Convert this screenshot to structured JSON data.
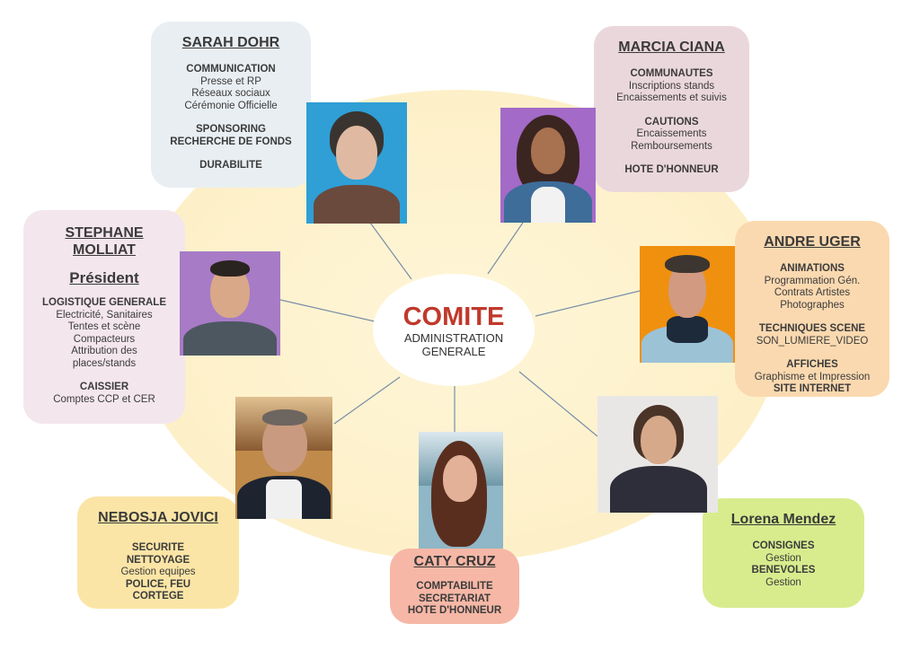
{
  "center": {
    "title": "COMITE",
    "subtitle_1": "ADMINISTRATION",
    "subtitle_2": "GENERALE"
  },
  "members": {
    "sarah": {
      "name": "SARAH DOHR",
      "lines": [
        "COMMUNICATION",
        "Presse et RP",
        "Réseaux sociaux",
        "Cérémonie Officielle",
        "SPONSORING",
        "RECHERCHE DE FONDS",
        "DURABILITE"
      ]
    },
    "marcia": {
      "name": "MARCIA CIANA",
      "lines": [
        "COMMUNAUTES",
        "Inscriptions stands",
        "Encaissements et suivis",
        "CAUTIONS",
        "Encaissements",
        "Remboursements",
        "HOTE D'HONNEUR"
      ]
    },
    "stephane": {
      "name_1": "STEPHANE",
      "name_2": "MOLLIAT",
      "role": "Président",
      "lines": [
        "LOGISTIQUE GENERALE",
        "Electricité, Sanitaires",
        "Tentes et scène",
        "Compacteurs",
        "Attribution des",
        "places/stands",
        "CAISSIER",
        "Comptes CCP et CER"
      ]
    },
    "andre": {
      "name": "ANDRE UGER",
      "lines": [
        "ANIMATIONS",
        "Programmation Gén.",
        "Contrats Artistes",
        "Photographes",
        "TECHNIQUES SCENE",
        "SON_LUMIERE_VIDEO",
        "AFFICHES",
        "Graphisme et Impression",
        "SITE INTERNET"
      ]
    },
    "nebosja": {
      "name": "NEBOSJA JOVICI",
      "lines": [
        "SECURITE",
        "NETTOYAGE",
        "Gestion equipes",
        "POLICE, FEU",
        "CORTEGE"
      ]
    },
    "caty": {
      "name": "CATY CRUZ",
      "lines": [
        "COMPTABILITE",
        "SECRETARIAT",
        "HOTE D'HONNEUR"
      ]
    },
    "lorena": {
      "name": "Lorena Mendez",
      "lines": [
        "CONSIGNES",
        "Gestion",
        "BENEVOLES",
        "Gestion"
      ]
    }
  },
  "colors": {
    "background_ellipse": "#fdf0c8",
    "title_red": "#c0392b",
    "sarah_card": "#e9eef2",
    "marcia_card": "#ead7dc",
    "stephane_card": "#f3e6ec",
    "andre_card": "#fbd9b0",
    "nebosja_card": "#fbe5a6",
    "caty_card": "#f6b7a6",
    "lorena_card": "#d8ec8e"
  }
}
